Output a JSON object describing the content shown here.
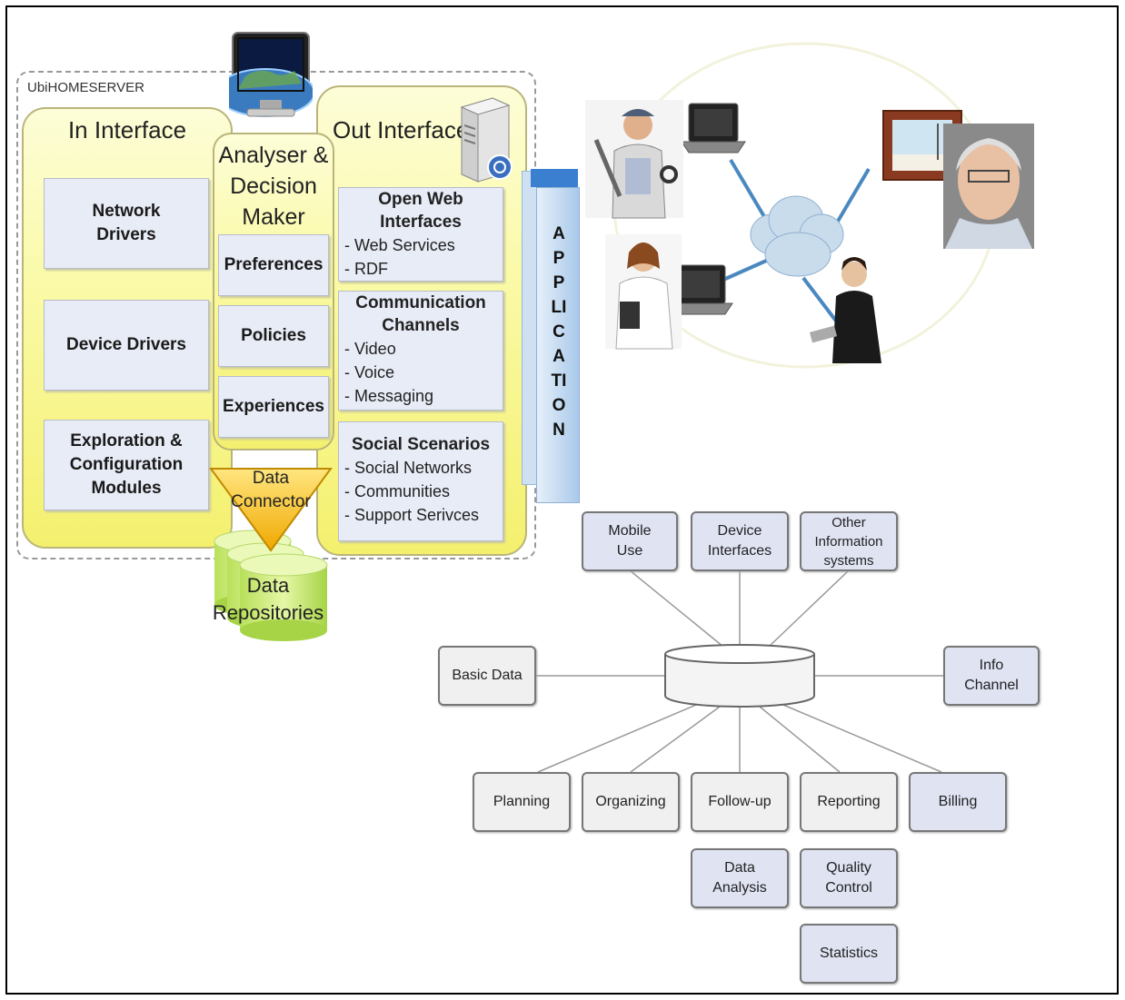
{
  "server": {
    "label": "UbiHOMESERVER",
    "in_interface": {
      "title": "In Interface",
      "items": [
        "Network\nDrivers",
        "Device Drivers",
        "Exploration &\nConfiguration\nModules"
      ]
    },
    "analyser": {
      "title": "Analyser &\nDecision\nMaker",
      "items": [
        "Preferences",
        "Policies",
        "Experiences"
      ]
    },
    "out_interface": {
      "title": "Out Interface",
      "groups": [
        {
          "title": "Open Web\nInterfaces",
          "items": [
            "- Web Services",
            "- RDF"
          ]
        },
        {
          "title": "Communication\nChannels",
          "items": [
            "- Video",
            "- Voice",
            "- Messaging"
          ]
        },
        {
          "title": "Social Scenarios",
          "items": [
            "- Social Networks",
            "- Communities",
            "- Support Serivces"
          ]
        }
      ]
    },
    "connector": "Data\nConnector",
    "repositories": "Data\nRepositories",
    "application": "APPLICATION"
  },
  "star": {
    "top": [
      "Mobile\nUse",
      "Device\nInterfaces",
      "Other\nInformation\nsystems"
    ],
    "left": "Basic Data",
    "right": "Info\nChannel",
    "bottom": [
      "Planning",
      "Organizing",
      "Follow-up",
      "Reporting",
      "Billing"
    ],
    "sub_followup": "Data\nAnalysis",
    "sub_reporting": [
      "Quality\nControl",
      "Statistics"
    ]
  },
  "colors": {
    "yellow": "#f4f06e",
    "node_blue": "#dfe3f2",
    "node_gray": "#f0f0f0",
    "cloud": "#c9dcec",
    "application": "#bcd6ee"
  }
}
